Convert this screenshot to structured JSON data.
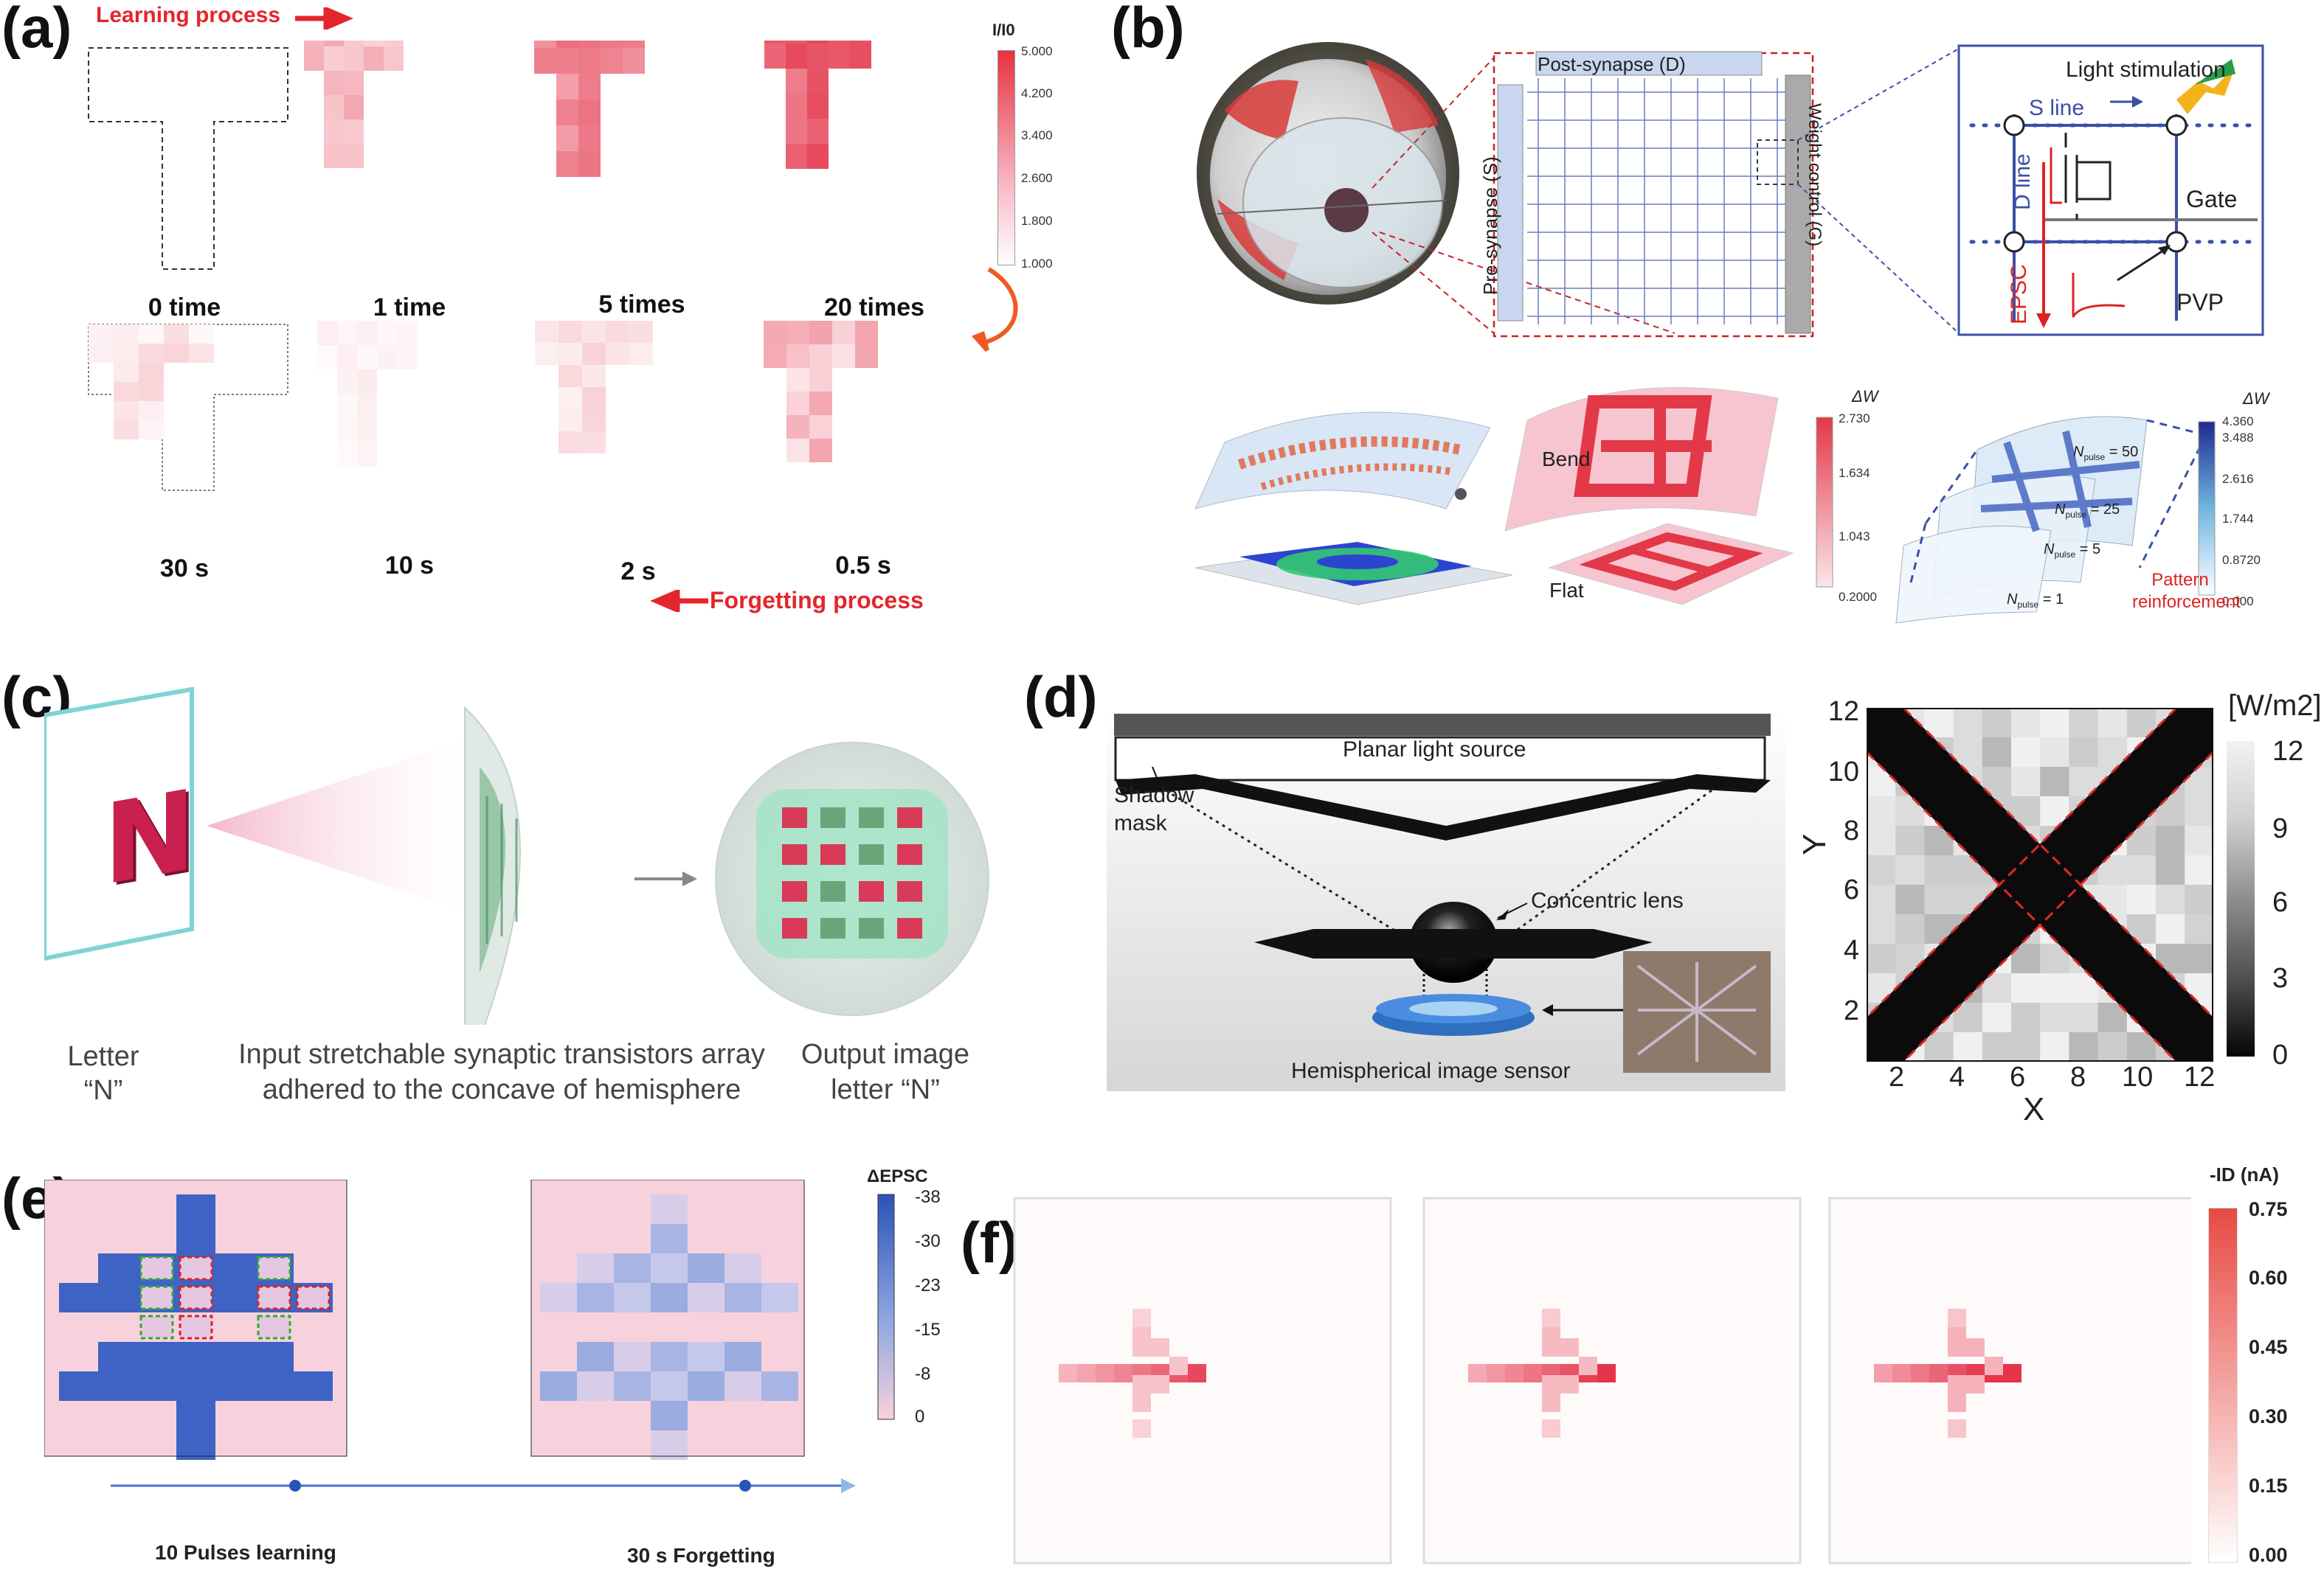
{
  "panels": {
    "a": {
      "label": "(a)",
      "learning": "Learning process",
      "forgetting": "Forgetting process",
      "top_captions": [
        "0 time",
        "1 time",
        "5 times",
        "20 times"
      ],
      "bottom_captions": [
        "30 s",
        "10 s",
        "2 s",
        "0.5 s"
      ],
      "colorbar_title": "I/I0",
      "colorbar_ticks": [
        "5.000",
        "4.200",
        "3.400",
        "2.600",
        "1.800",
        "1.000"
      ]
    },
    "b": {
      "label": "(b)",
      "post": "Post-synapse (D)",
      "pre": "Pre-synapse (S)",
      "weight": "Weight control (G)",
      "light": "Light stimulation",
      "sline": "S line",
      "dline": "D line",
      "gate": "Gate",
      "epsc": "EPSC",
      "pvp": "PVP",
      "bend": "Bend",
      "flat": "Flat",
      "dw": "ΔW",
      "cb1_ticks": [
        "2.730",
        "1.634",
        "1.043",
        "0.2000"
      ],
      "cb2_ticks": [
        "4.360",
        "3.488",
        "2.616",
        "1.744",
        "0.8720",
        "0.000"
      ],
      "npulse": [
        "N",
        "pulse",
        "= 50",
        "= 25",
        "= 5",
        "= 1"
      ],
      "pattern": "Pattern reinforcement"
    },
    "c": {
      "label": "(c)",
      "letter": "N",
      "cap1": [
        "Letter",
        "“N”"
      ],
      "cap2": [
        "Input stretchable synaptic transistors array",
        "adhered to the concave of hemisphere"
      ],
      "cap3": [
        "Output image",
        "letter “N”"
      ]
    },
    "d": {
      "label": "(d)",
      "source": "Planar light source",
      "mask": [
        "Shadow",
        "mask"
      ],
      "lens": "Concentric lens",
      "sensor": "Hemispherical image sensor",
      "unit": "[W/m2]",
      "xlabel": "X",
      "ylabel": "Y",
      "xticks": [
        "2",
        "4",
        "6",
        "8",
        "10",
        "12"
      ],
      "yticks": [
        "12",
        "10",
        "8",
        "6",
        "4",
        "2"
      ],
      "cticks": [
        "12",
        "9",
        "6",
        "3",
        "0"
      ]
    },
    "e": {
      "label": "(e)",
      "colorbar_title": "ΔEPSC",
      "ticks": [
        "-38",
        "-30",
        "-23",
        "-15",
        "-8",
        "0"
      ],
      "cap1": "10 Pulses learning",
      "cap2": "30 s Forgetting"
    },
    "f": {
      "label": "(f)",
      "colorbar_title": "-ID (nA)",
      "ticks": [
        "0.75",
        "0.60",
        "0.45",
        "0.30",
        "0.15",
        "0.00"
      ]
    }
  },
  "colors": {
    "red_accent": "#e3262c",
    "blue_accent": "#3b5bb5",
    "pink": "#f7d2dc"
  }
}
